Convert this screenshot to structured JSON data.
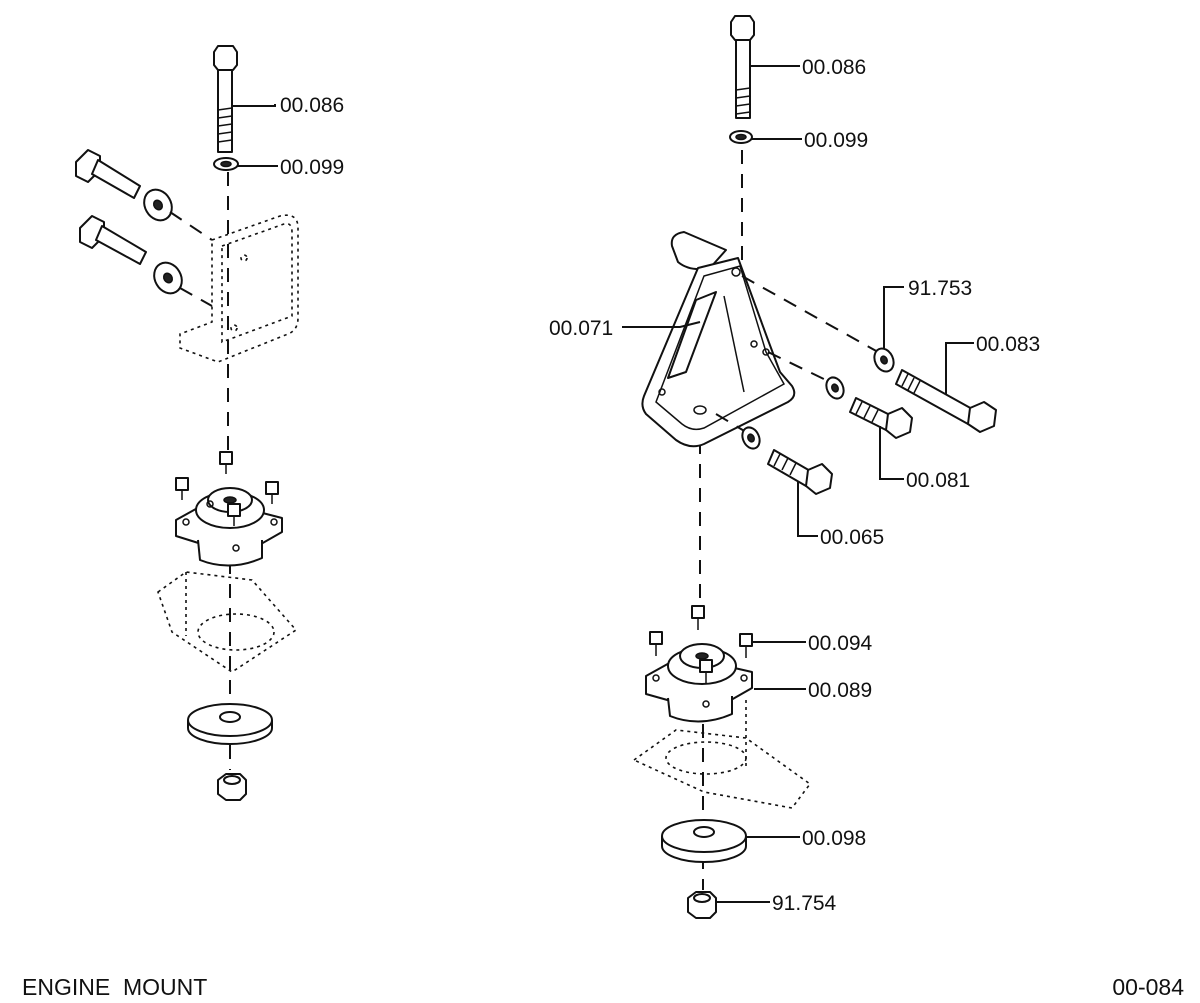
{
  "diagram": {
    "callouts": [
      {
        "id": "l-086",
        "text": "00.086"
      },
      {
        "id": "l-099",
        "text": "00.099"
      },
      {
        "id": "r-086",
        "text": "00.086"
      },
      {
        "id": "r-099",
        "text": "00.099"
      },
      {
        "id": "r-753",
        "text": "91.753"
      },
      {
        "id": "r-083",
        "text": "00.083"
      },
      {
        "id": "r-071",
        "text": "00.071"
      },
      {
        "id": "r-081",
        "text": "00.081"
      },
      {
        "id": "r-065",
        "text": "00.065"
      },
      {
        "id": "r-094",
        "text": "00.094"
      },
      {
        "id": "r-089",
        "text": "00.089"
      },
      {
        "id": "r-098",
        "text": "00.098"
      },
      {
        "id": "r-754",
        "text": "91.754"
      }
    ]
  },
  "footer": {
    "title": "ENGINE  MOUNT",
    "page_code": "00-084"
  }
}
